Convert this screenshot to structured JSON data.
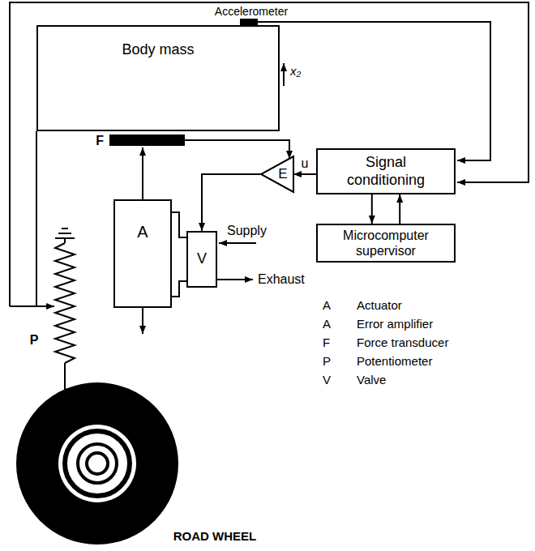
{
  "diagram": {
    "nodes": [
      {
        "text": [
          "Body mass"
        ]
      },
      {
        "text": [
          "A"
        ]
      },
      {
        "text": [
          "V"
        ]
      },
      {
        "text": [
          "E"
        ]
      },
      {
        "text": [
          "Signal conditioning"
        ]
      },
      {
        "text": [
          "Microcomputer supervisor"
        ]
      }
    ],
    "edges": [
      {
        "from": 4,
        "to": 3,
        "label": "u",
        "arrow": "to"
      },
      {
        "from": 4,
        "to": 5,
        "arrow": "to"
      },
      {
        "from": 5,
        "to": 4,
        "arrow": "to"
      },
      {
        "from": 3,
        "to": 2,
        "arrow": "to"
      },
      {
        "from": 1,
        "to": 2,
        "arrow": "none"
      },
      {
        "from": 1,
        "to": 2,
        "arrow": "none"
      }
    ],
    "labels": [
      "Accelerometer",
      "x₂",
      "F",
      "Supply",
      "Exhaust",
      "P",
      "A",
      "Actuator",
      "A",
      "Error amplifier",
      "F",
      "Force transducer",
      "P",
      "Potentiometer",
      "V",
      "Valve",
      "ROAD WHEEL"
    ]
  }
}
